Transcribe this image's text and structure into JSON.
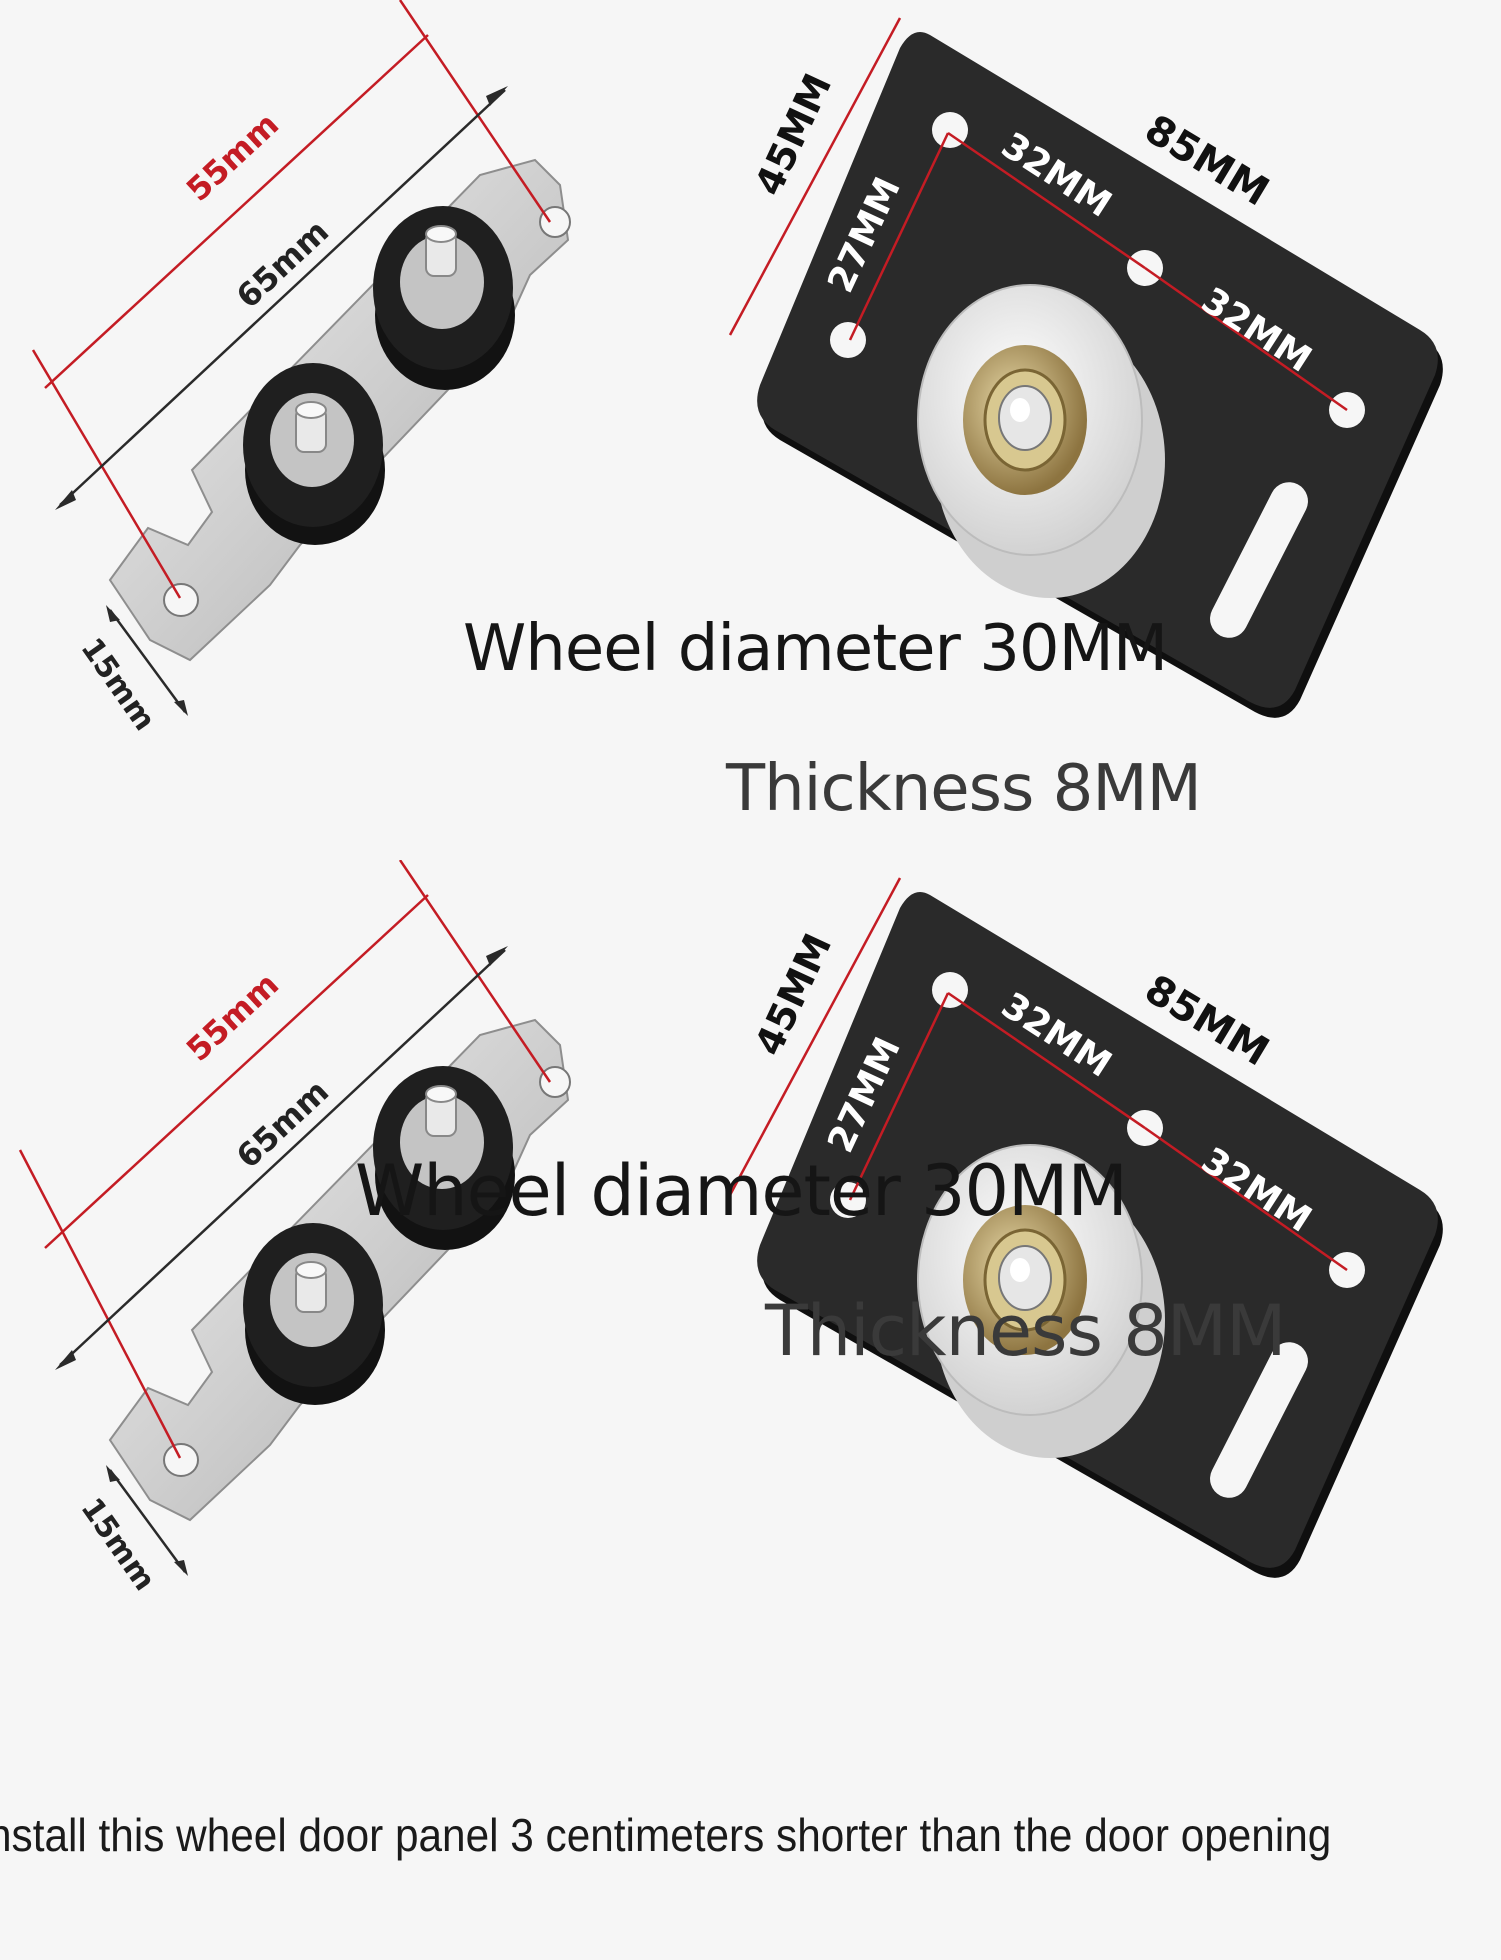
{
  "top": {
    "roller": {
      "overall_length": "55mm",
      "hole_spacing": "65mm",
      "width": "15mm"
    },
    "plate": {
      "height": "45MM",
      "length": "85MM",
      "vertical_spacing": "27MM",
      "spacing_a": "32MM",
      "spacing_b": "32MM"
    },
    "wheel_caption": "Wheel diameter 30MM",
    "thickness_caption": "Thickness 8MM"
  },
  "bottom": {
    "roller": {
      "overall_length": "55mm",
      "hole_spacing": "65mm",
      "width": "15mm"
    },
    "plate": {
      "height": "45MM",
      "length": "85MM",
      "vertical_spacing": "27MM",
      "spacing_a": "32MM",
      "spacing_b": "32MM"
    },
    "wheel_caption": "Wheel diameter 30MM",
    "thickness_caption": "Thickness 8MM"
  },
  "footer_note": "nstall this wheel door panel 3 centimeters shorter than the door opening",
  "colors": {
    "dimension_red": "#c41c24",
    "plate_black": "#262626",
    "wheel_white": "#ececec",
    "roller_black": "#1c1c1c"
  }
}
